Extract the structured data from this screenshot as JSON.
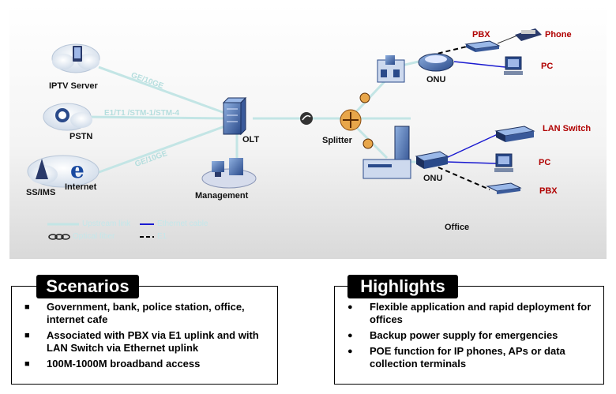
{
  "diagram": {
    "nodes": {
      "iptv_server": "IPTV Server",
      "pstn": "PSTN",
      "ss_ims": "SS/IMS",
      "internet": "Internet",
      "olt": "OLT",
      "management": "Management",
      "splitter": "Splitter",
      "onu_top": "ONU",
      "onu_bottom": "ONU",
      "pbx_top": "PBX",
      "phone": "Phone",
      "pc_top": "PC",
      "lan_switch": "LAN Switch",
      "pc_bottom": "PC",
      "pbx_bottom": "PBX",
      "office": "Office"
    },
    "links": {
      "iptv_link": "GE/10GE",
      "pstn_link": "E1/T1 /STM-1/STM-4",
      "internet_link": "GE/10GE"
    },
    "legend": {
      "item1": "Upstream link",
      "item2": "Ethernet cable",
      "item3": "Optical fiber",
      "item4": "E1"
    },
    "colors": {
      "light_link": "#bfe3e3",
      "ethernet": "#1a1ad0",
      "fiber": "#555555",
      "label_red": "#b00000",
      "device_blue": "#2a4a8a"
    }
  },
  "scenarios": {
    "title": "Scenarios",
    "items": [
      "Government, bank, police station, office, internet cafe",
      "Associated with PBX via E1 uplink and with LAN Switch via Ethernet uplink",
      "100M-1000M broadband access"
    ]
  },
  "highlights": {
    "title": "Highlights",
    "items": [
      "Flexible application and rapid deployment for offices",
      "Backup power supply for emergencies",
      "POE function for IP phones, APs or data collection terminals"
    ]
  }
}
